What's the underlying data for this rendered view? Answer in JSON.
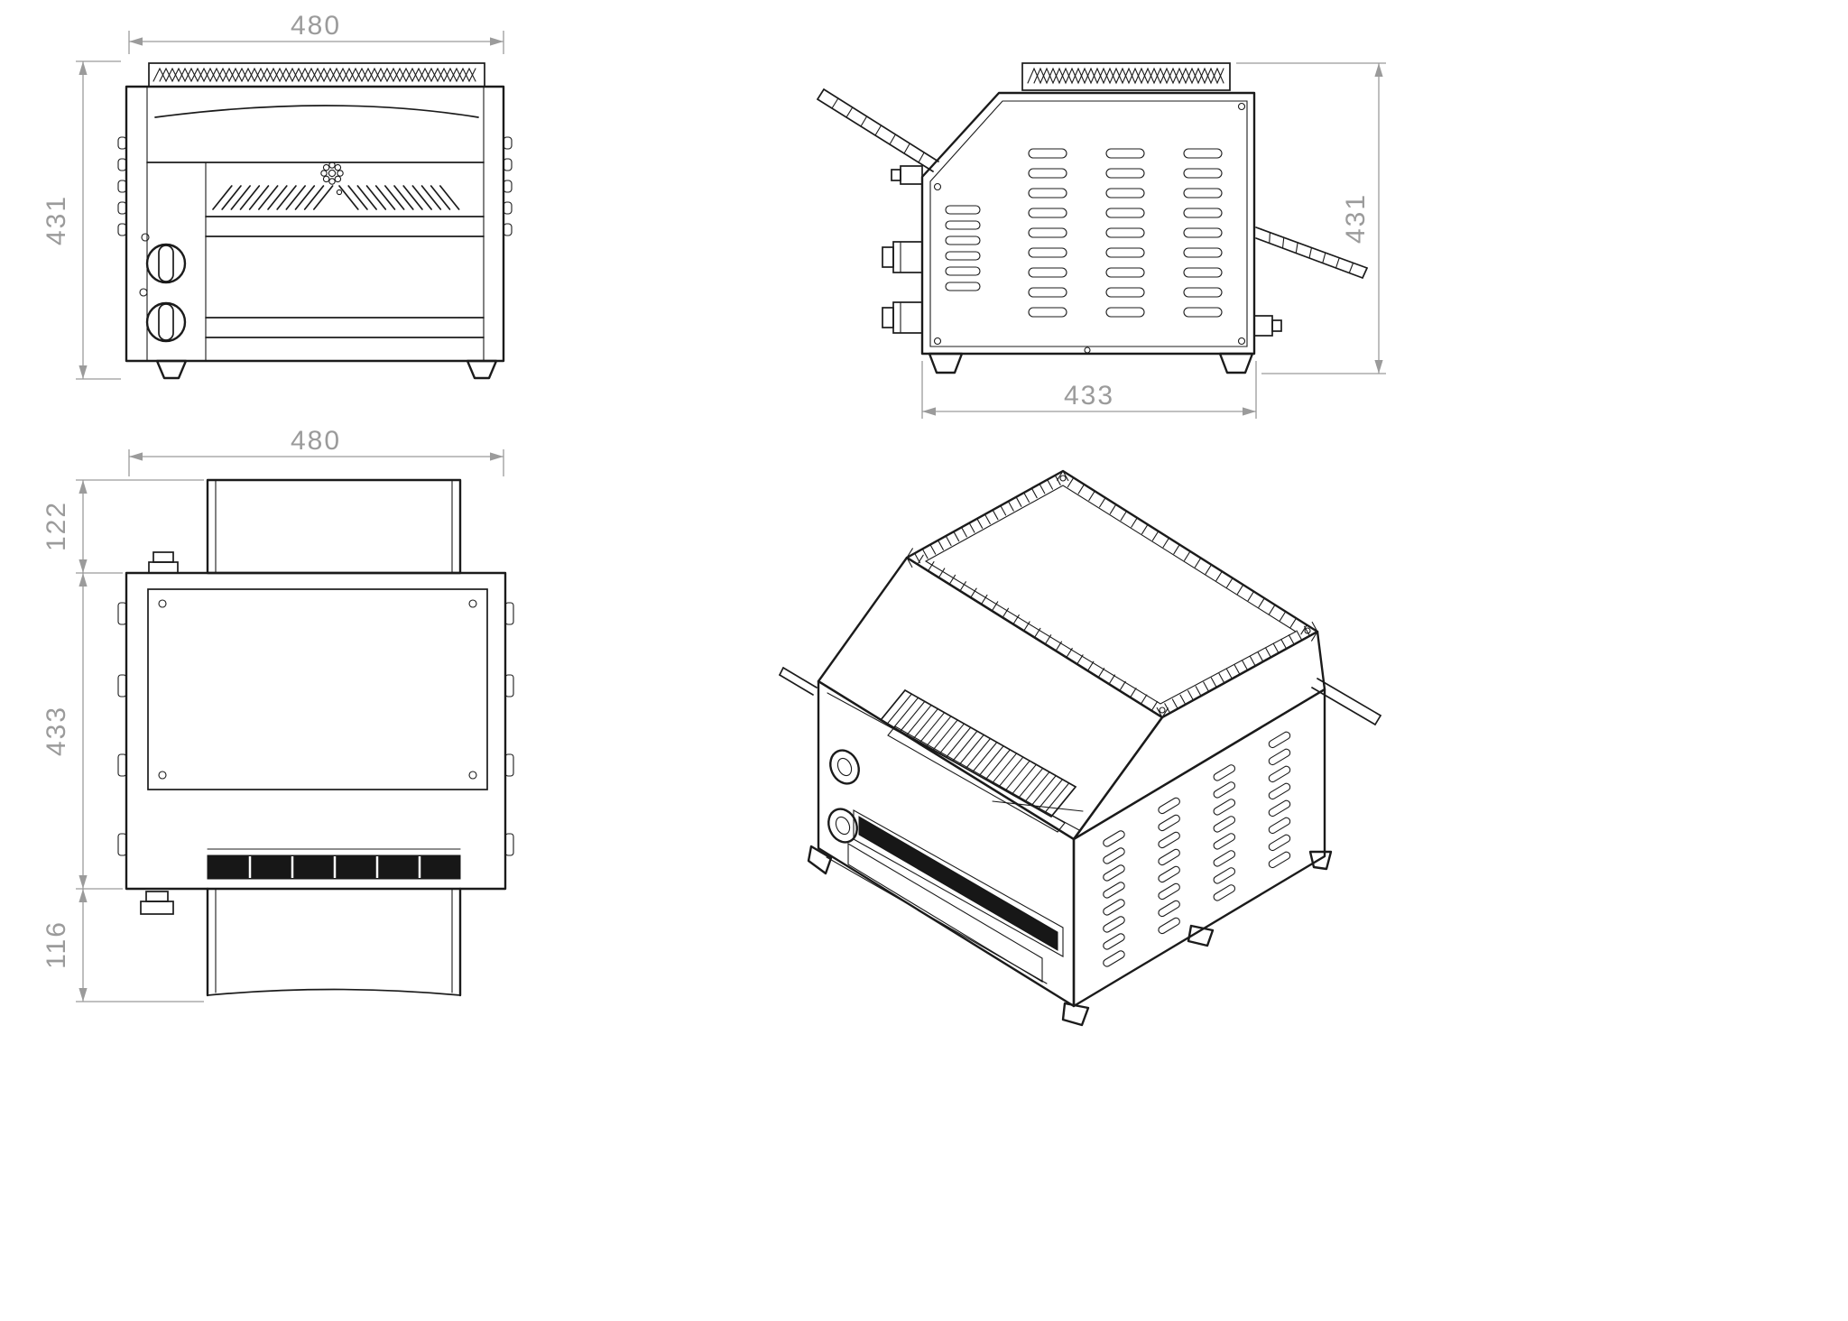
{
  "views": {
    "front": {
      "dim_width": "480",
      "dim_height": "431"
    },
    "side": {
      "dim_depth": "433",
      "dim_height": "431"
    },
    "top": {
      "dim_width": "480",
      "dim_front_overhang": "122",
      "dim_body_depth": "433",
      "dim_rear_overhang": "116"
    }
  },
  "colors": {
    "line": "#1b1b1b",
    "dimension": "#9b9b9b",
    "background": "#ffffff"
  }
}
